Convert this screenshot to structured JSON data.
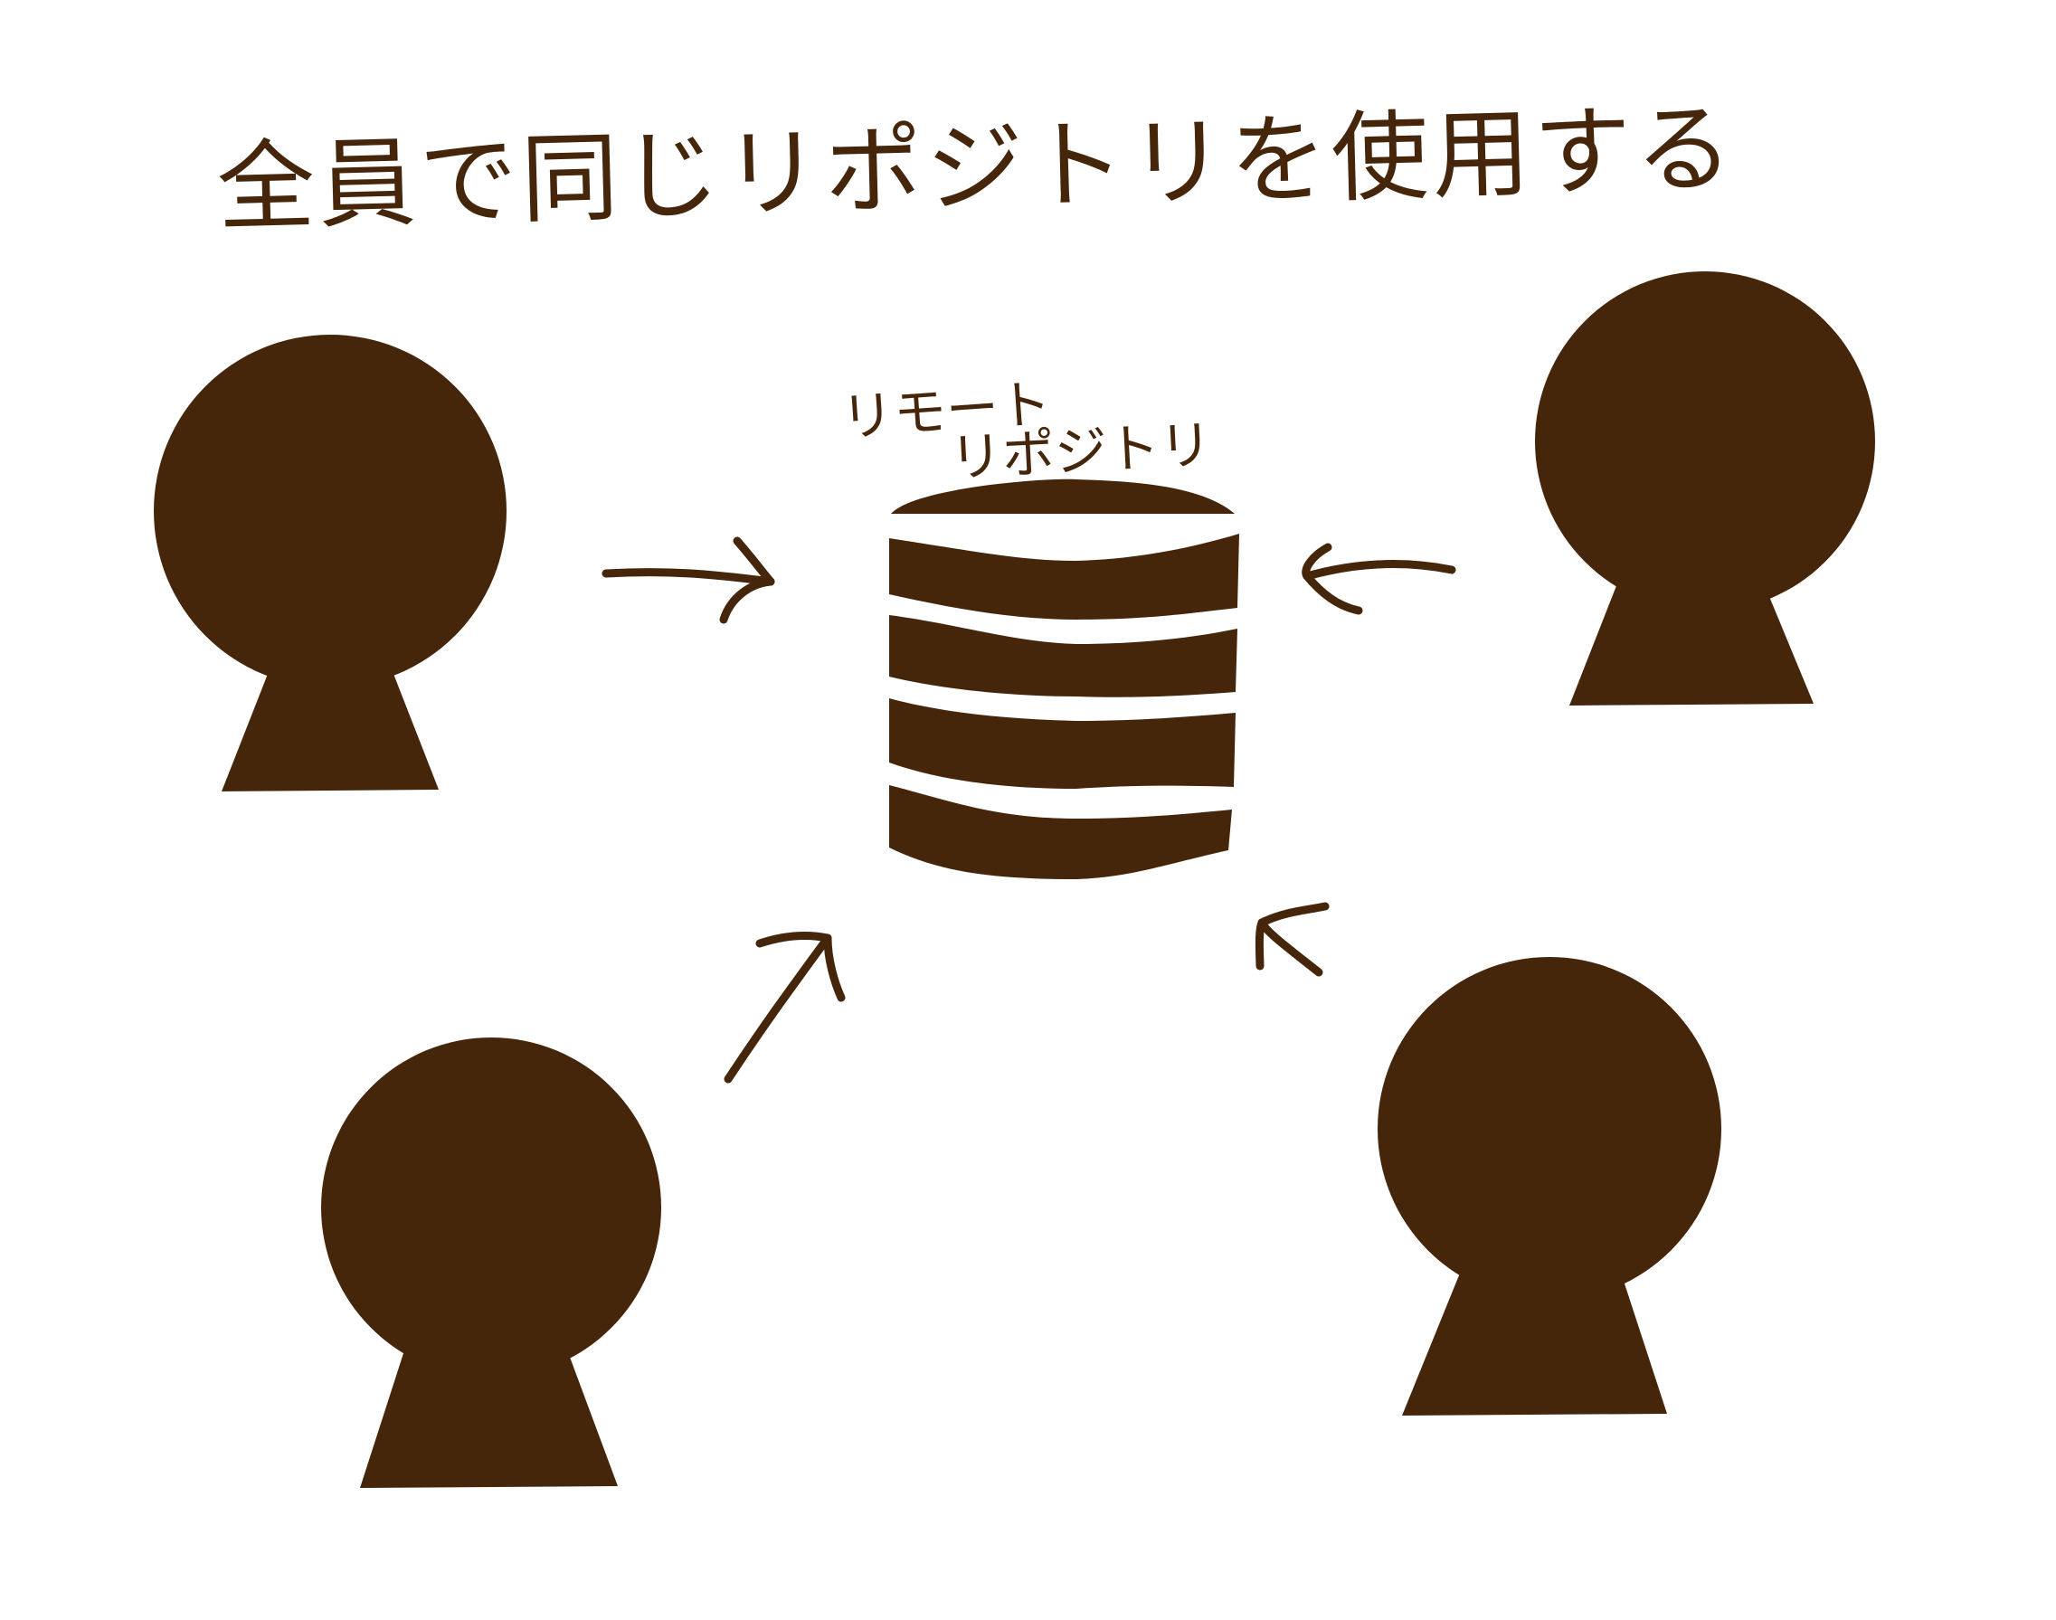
{
  "title": "全員で同じリポジトリを使用する",
  "repository_label": {
    "line1": "リモート",
    "line2": "リポジトリ"
  },
  "colors": {
    "ink": "#45260b",
    "background": "#ffffff"
  },
  "people_count": 4,
  "arrows_count": 4
}
